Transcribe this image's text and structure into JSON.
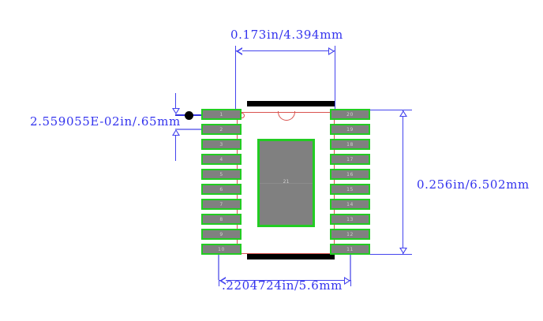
{
  "drawing": {
    "type": "pcb-land-pattern",
    "title_visible": false,
    "colors": {
      "pad_copper": "#808080",
      "pad_outline": "#22cc22",
      "silkscreen": "#000000",
      "body_outline": "#d9534f",
      "dimension": "#4444ee",
      "lead_line": "#8c8cf0",
      "pin1_dot": "#000000",
      "background": "#ffffff"
    }
  },
  "dimensions": {
    "width": {
      "label": "0.173in/4.394mm",
      "position": "top"
    },
    "pitch": {
      "label": "2.559055E-02in/.65mm",
      "position": "left"
    },
    "height": {
      "label": "0.256in/6.502mm",
      "position": "right"
    },
    "span": {
      "label": ".2204724in/5.6mm",
      "position": "bottom"
    }
  },
  "pads": {
    "left_column": [
      "1",
      "2",
      "3",
      "4",
      "5",
      "6",
      "7",
      "8",
      "9",
      "10"
    ],
    "right_column": [
      "20",
      "19",
      "18",
      "17",
      "16",
      "15",
      "14",
      "13",
      "12",
      "11"
    ],
    "thermal": "21"
  },
  "markers": {
    "pin1_dot": "pin1-indicator-dot",
    "pin1_circle": "pin1-indicator-circle",
    "notch": "package-notch"
  }
}
